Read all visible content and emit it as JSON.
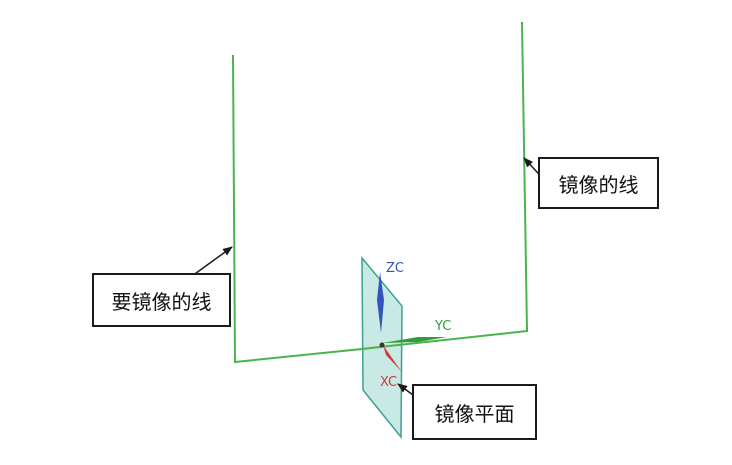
{
  "callouts": {
    "line_to_mirror": "要镜像的线",
    "mirrored_line": "镜像的线",
    "mirror_plane": "镜像平面"
  },
  "axes": {
    "z": "ZC",
    "y": "YC",
    "x": "XC"
  },
  "colors": {
    "line": "#4bb34b",
    "plane_fill": "#bfe6df",
    "plane_edge": "#3f9e96",
    "z_axis": "#3355bb",
    "y_axis": "#2f9e3a",
    "x_axis": "#d23a3a",
    "callout_border": "#1a1a1a"
  }
}
